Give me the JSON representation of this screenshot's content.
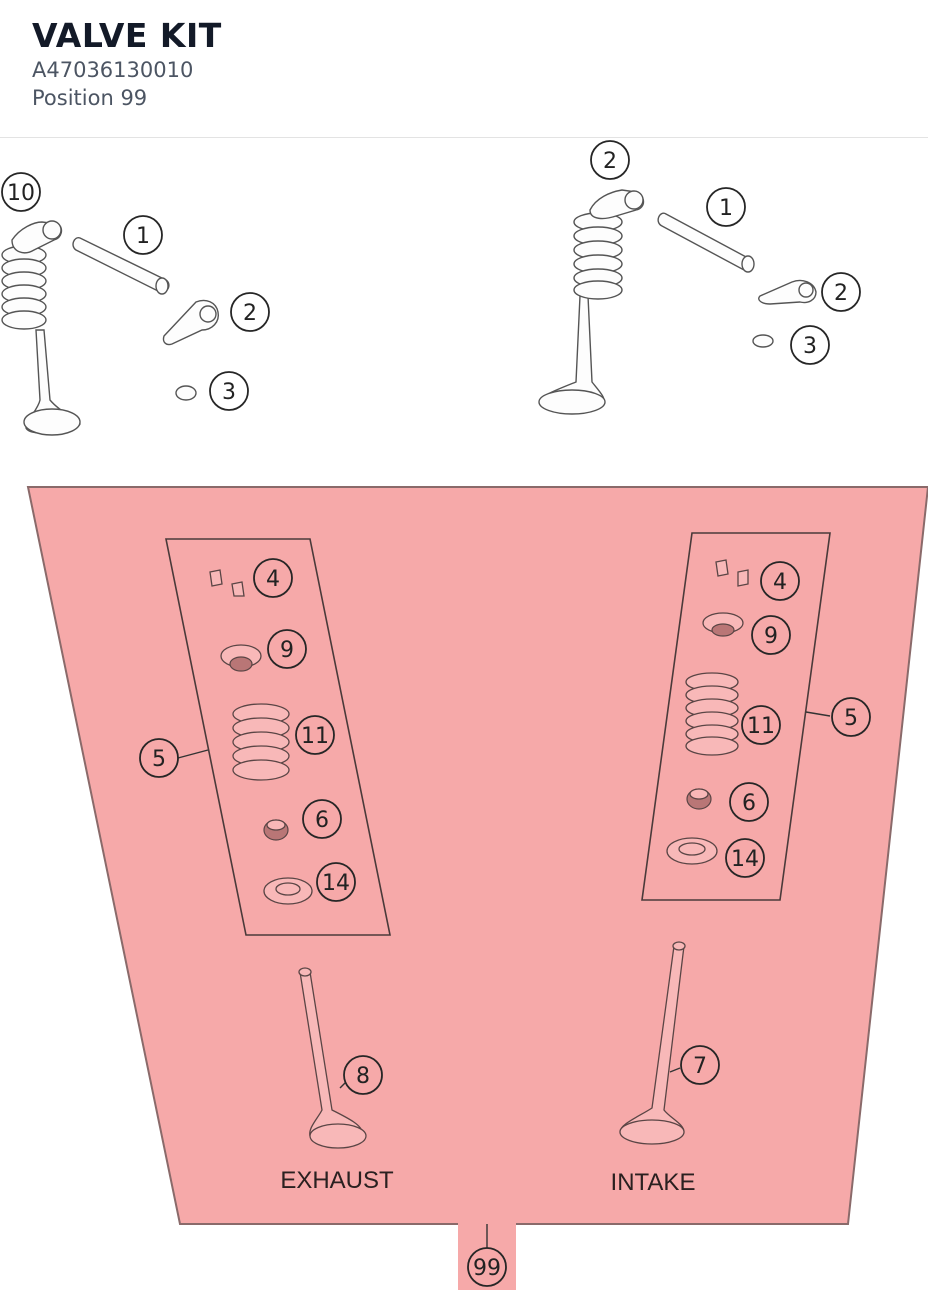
{
  "header": {
    "title": "VALVE KIT",
    "part_number": "A47036130010",
    "position": "Position 99"
  },
  "labels": {
    "exhaust": "EXHAUST",
    "intake": "INTAKE"
  },
  "callouts": {
    "top_left": [
      "10",
      "1",
      "2",
      "3"
    ],
    "top_right": [
      "2",
      "1",
      "2",
      "3"
    ],
    "exhaust_kit": [
      "4",
      "9",
      "11",
      "6",
      "14",
      "5"
    ],
    "intake_kit": [
      "4",
      "9",
      "11",
      "6",
      "14",
      "5"
    ],
    "exhaust_valve": "8",
    "intake_valve": "7",
    "highlighted": "99"
  },
  "colors": {
    "highlight_fill": "#f6a9a9",
    "highlight_border": "#8a6a6a",
    "title": "#131a28",
    "subtitle": "#4c5563"
  }
}
